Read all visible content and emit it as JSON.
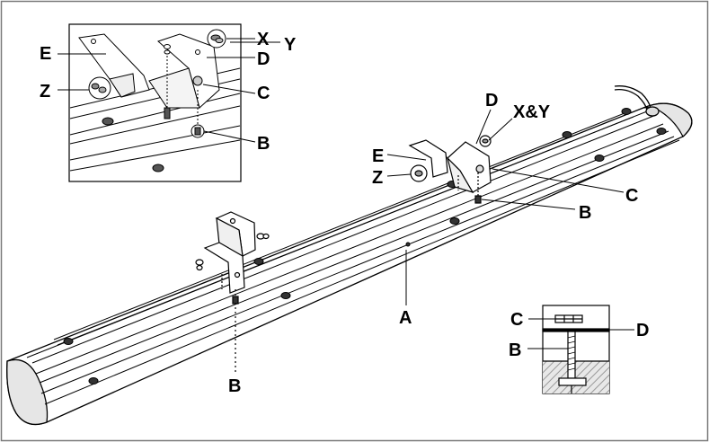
{
  "labels": {
    "A": "A",
    "B": "B",
    "C": "C",
    "D": "D",
    "E": "E",
    "X": "X",
    "Y": "Y",
    "Z": "Z",
    "XY": "X&Y"
  },
  "colors": {
    "line": "#000000",
    "heater_fill": "#ffffff",
    "heater_shade": "#e6e6e6",
    "hatch": "#bdbdbd",
    "border": "#7a7a7a"
  }
}
